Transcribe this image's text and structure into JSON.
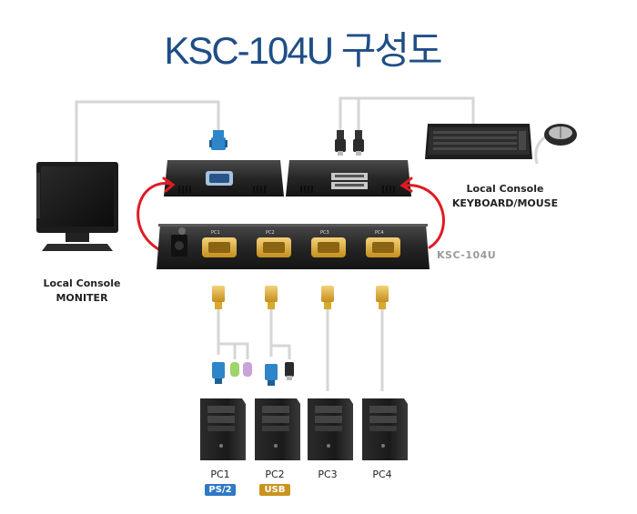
{
  "title": "KSC-104U 구성도",
  "device_label": "KSC-104U",
  "monitor_label": {
    "line1": "Local Console",
    "line2": "MONITER"
  },
  "keyboard_label": {
    "line1": "Local Console",
    "line2": "KEYBOARD/MOUSE"
  },
  "ports": [
    "PC1",
    "PC2",
    "PC3",
    "PC4"
  ],
  "pcs": [
    {
      "label": "PC1",
      "badge": "PS/2",
      "badge_color": "#2f79c5"
    },
    {
      "label": "PC2",
      "badge": "USB",
      "badge_color": "#c9941f"
    },
    {
      "label": "PC3",
      "badge": ""
    },
    {
      "label": "PC4",
      "badge": ""
    }
  ],
  "colors": {
    "title": "#1f4e86",
    "arrow": "#e01b24",
    "cable": "#d6d6d6",
    "vga_blue": "#2e86c8",
    "vga_yellow": "#e0b033"
  }
}
